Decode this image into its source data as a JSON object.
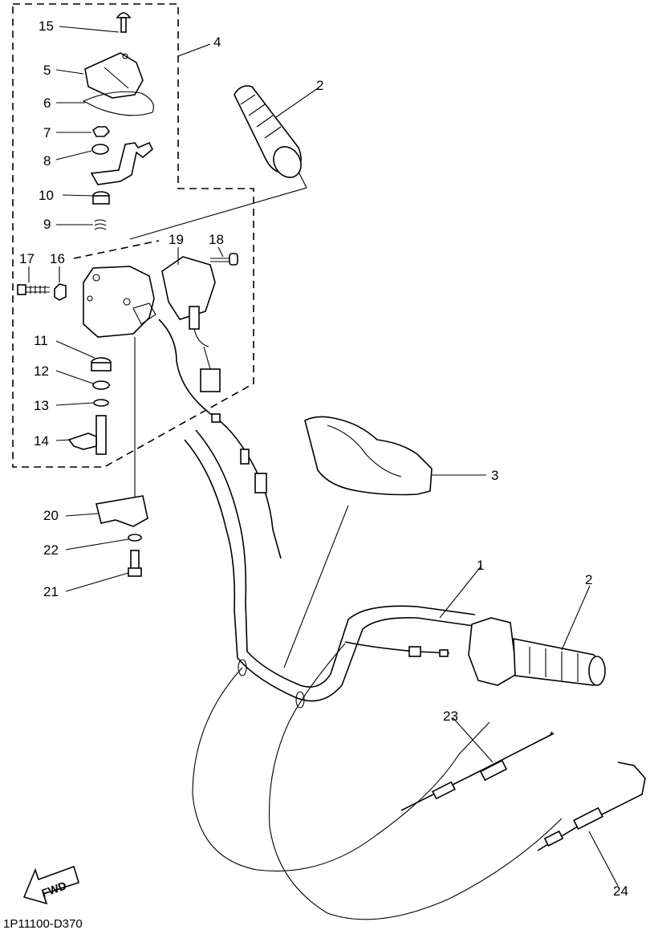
{
  "diagram": {
    "code": "1P11100-D370",
    "fwd_label": "FWD",
    "callouts": [
      "1",
      "2",
      "2",
      "3",
      "4",
      "5",
      "6",
      "7",
      "8",
      "9",
      "10",
      "11",
      "12",
      "13",
      "14",
      "15",
      "16",
      "17",
      "18",
      "19",
      "20",
      "21",
      "22",
      "23",
      "24"
    ]
  }
}
